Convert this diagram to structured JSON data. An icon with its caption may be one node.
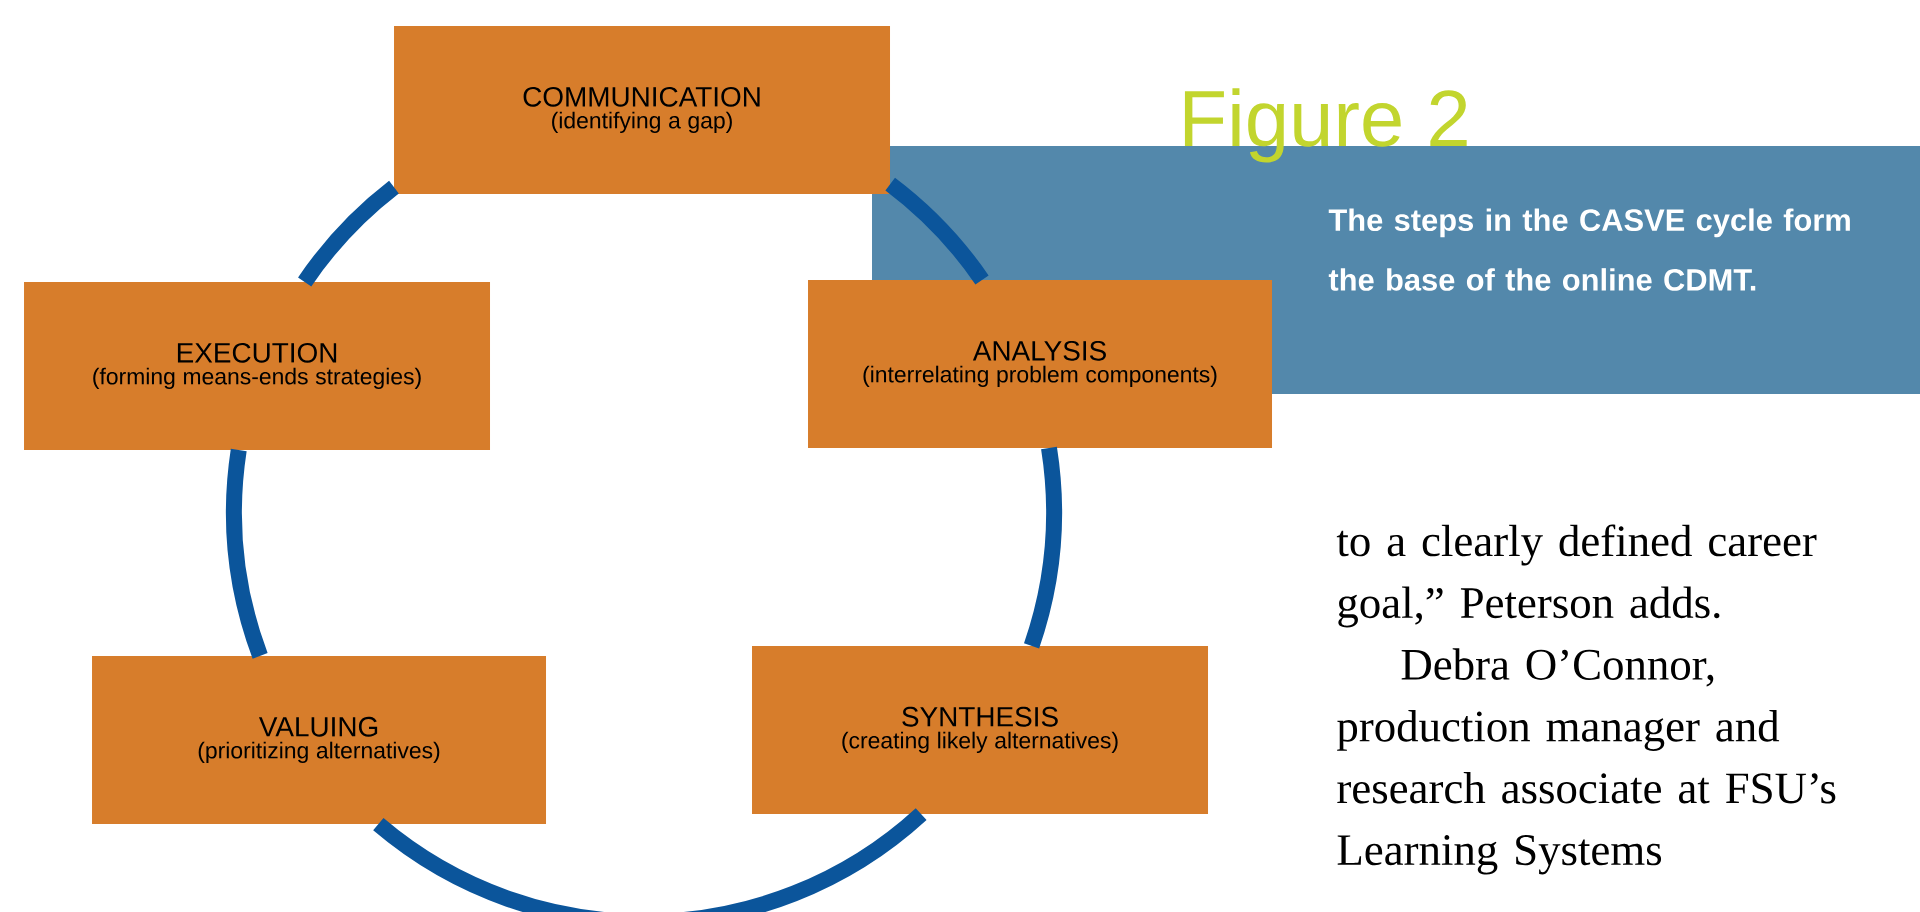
{
  "diagram": {
    "title": "Figure 2",
    "caption": "The steps in the CASVE cycle form the base of the online CDMT.",
    "nodes": [
      {
        "text": [
          "COMMUNICATION",
          "(identifying a gap)"
        ]
      },
      {
        "text": [
          "ANALYSIS",
          "(interrelating problem components)"
        ]
      },
      {
        "text": [
          "SYNTHESIS",
          "(creating likely alternatives)"
        ]
      },
      {
        "text": [
          "VALUING",
          "(prioritizing alternatives)"
        ]
      },
      {
        "text": [
          "EXECUTION",
          "(forming means-ends strategies)"
        ]
      }
    ],
    "edges": [
      {
        "from": 0,
        "to": 1,
        "arrow": "none"
      },
      {
        "from": 1,
        "to": 2,
        "arrow": "none"
      },
      {
        "from": 2,
        "to": 3,
        "arrow": "none"
      },
      {
        "from": 3,
        "to": 4,
        "arrow": "none"
      },
      {
        "from": 4,
        "to": 0,
        "arrow": "none"
      }
    ],
    "labels": [
      "to a clearly defined career goal,” Peterson adds.",
      "Debra O’Connor, production manager and research associate at FSU’s Learning Systems"
    ]
  }
}
